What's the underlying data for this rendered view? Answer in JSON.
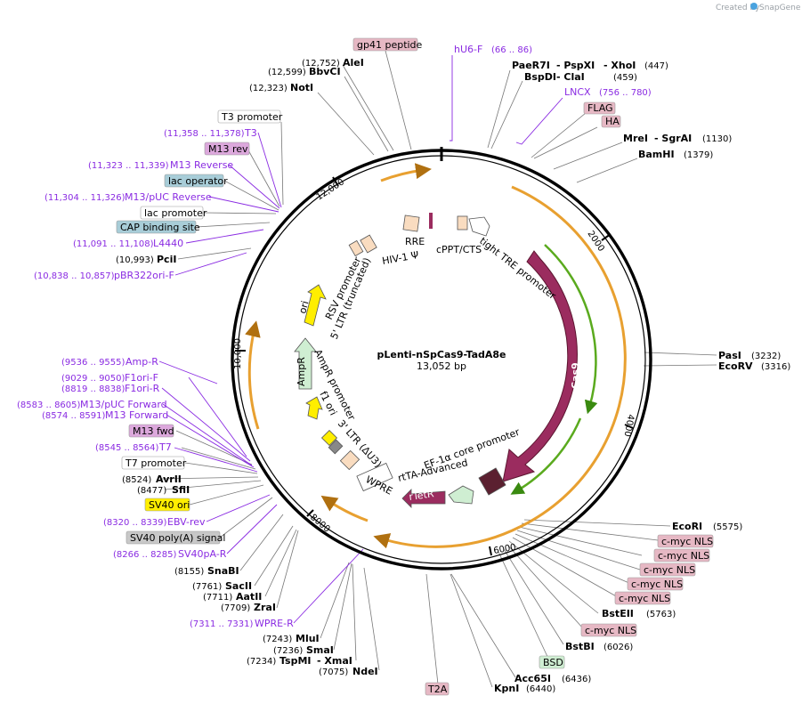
{
  "brand": {
    "created_by": "Created by",
    "name": "SnapGene"
  },
  "plasmid": {
    "name": "pLenti-nSpCas9-TadA8e",
    "size": "13,052 bp"
  },
  "ticks": [
    "2000",
    "4000",
    "6000",
    "8000",
    "10,000",
    "12,000"
  ],
  "inner_features": {
    "rre": "RRE",
    "hiv": "HIV-1 Ψ",
    "cppt": "cPPT/CTS",
    "tre": "tight TRE promoter",
    "rsv": "RSV promoter",
    "ltr5": "5' LTR (truncated)",
    "ori": "ori",
    "ampr_prom": "AmpR promoter",
    "ampr": "AmpR",
    "f1": "f1 ori",
    "ltr3": "3' LTR (ΔU3)",
    "wpre": "WPRE",
    "rtta": "rtTA-Advanced",
    "rtetr": "rTetR",
    "ef1a": "EF-1α core promoter",
    "cas9": "Cas9"
  },
  "top_labels": {
    "gp41": "gp41 peptide",
    "hu6_name": "hU6-F",
    "hu6_pos": "(66 .. 86)",
    "alei_pos": "(12,752)",
    "alei": "AleI",
    "bbvci_pos": "(12,599)",
    "bbvci": "BbvCI",
    "noti_pos": "(12,323)",
    "noti": "NotI",
    "paer7i": "PaeR7I",
    "pspxi": "- PspXI",
    "xhoi": "- XhoI",
    "paer7i_pos": "(447)",
    "bspdi": "BspDI",
    "clai": "- ClaI",
    "bspdi_pos": "(459)",
    "lncx_name": "LNCX",
    "lncx_pos": "(756 .. 780)",
    "flag": "FLAG",
    "ha": "HA",
    "srei": "MreI",
    "sgrai": "- SgrAI",
    "mrei_pos": "(1130)",
    "bamhi": "BamHI",
    "bamhi_pos": "(1379)"
  },
  "left_labels": {
    "t3_promoter": "T3 promoter",
    "t3_pos": "(11,358 .. 11,378)",
    "t3": "T3",
    "m13rev": "M13 rev",
    "m13r_pos": "(11,323 .. 11,339)",
    "m13r": "M13 Reverse",
    "lacop": "lac operator",
    "m13puc_pos": "(11,304 .. 11,326)",
    "m13puc": "M13/pUC Reverse",
    "lacprom": "lac promoter",
    "cap": "CAP binding site",
    "l4440_pos": "(11,091 .. 11,108)",
    "l4440": "L4440",
    "pcii_pos": "(10,993)",
    "pcii": "PciI",
    "pbr_pos": "(10,838 .. 10,857)",
    "pbr": "pBR322ori-F",
    "ampr_pos": "(9536 .. 9555)",
    "ampr": "Amp-R",
    "f1f_pos": "(9029 .. 9050)",
    "f1f": "F1ori-F",
    "f1r_pos": "(8819 .. 8838)",
    "f1r": "F1ori-R",
    "m13pf_pos": "(8583 .. 8605)",
    "m13pf": "M13/pUC Forward",
    "m13f_pos": "(8574 .. 8591)",
    "m13f": "M13 Forward",
    "m13fwd": "M13 fwd",
    "t7_pos": "(8545 .. 8564)",
    "t7": "T7",
    "t7prom": "T7 promoter",
    "avrii_pos": "(8524)",
    "avrii": "AvrII",
    "sfii_pos": "(8477)",
    "sfii": "SfiI",
    "sv40ori": "SV40 ori",
    "ebv_pos": "(8320 .. 8339)",
    "ebv": "EBV-rev",
    "sv40pa": "SV40 poly(A) signal",
    "sv40par_pos": "(8266 .. 8285)",
    "sv40par": "SV40pA-R",
    "snabi_pos": "(8155)",
    "snabi": "SnaBI",
    "sacii_pos": "(7761)",
    "sacii": "SacII",
    "aatii_pos": "(7711)",
    "aatii": "AatII",
    "zrai_pos": "(7709)",
    "zrai": "ZraI",
    "wprer_pos": "(7311 .. 7331)",
    "wprer": "WPRE-R",
    "mlui_pos": "(7243)",
    "mlui": "MluI",
    "smai_pos": "(7236)",
    "smai": "SmaI",
    "tspmi_pos": "(7234)",
    "tspmi": "TspMI",
    "xmai": "- XmaI",
    "ndei_pos": "(7075)",
    "ndei": "NdeI"
  },
  "right_labels": {
    "pasi": "PasI",
    "pasi_pos": "(3232)",
    "ecorv": "EcoRV",
    "ecorv_pos": "(3316)",
    "ecori": "EcoRI",
    "ecori_pos": "(5575)",
    "cmyc": "c-myc NLS",
    "bsteii": "BstEII",
    "bsteii_pos": "(5763)",
    "bstbi": "BstBI",
    "bstbi_pos": "(6026)",
    "bsd": "BSD",
    "acc65i": "Acc65I",
    "acc65i_pos": "(6436)",
    "kpni": "KpnI",
    "kpni_pos": "(6440)",
    "t2a": "T2A"
  },
  "colors": {
    "backbone": "#000000",
    "orf": "#f0a030",
    "cas9": "#9b2c5f",
    "green": "#5aaa1e",
    "pink_box": "#e6b8c4",
    "blue_box": "#a8cdd8",
    "yellow_box": "#ffee00",
    "gray_box": "#c8c8c8",
    "green_box": "#cfeed2",
    "purple_box": "#dca8dc",
    "primer": "#8a2be2"
  }
}
